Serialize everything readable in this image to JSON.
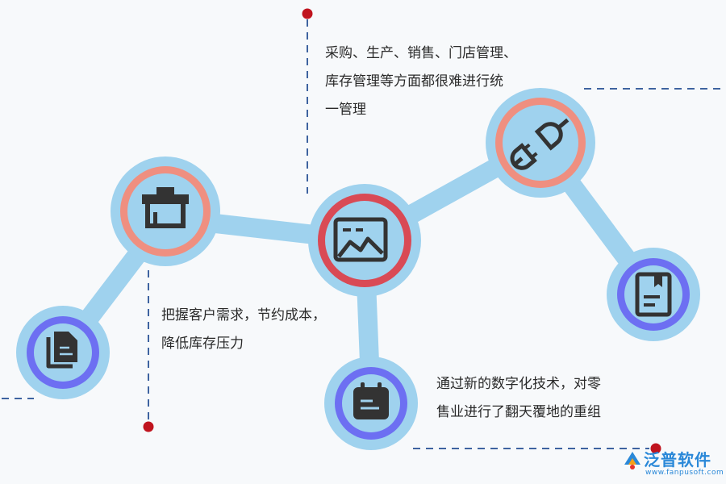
{
  "captions": {
    "top": [
      "采购、生产、销售、门店管理、",
      "库存管理等方面都很难进行统",
      "一管理"
    ],
    "left": [
      "把握客户需求，节约成本，",
      "降低库存压力"
    ],
    "right": [
      "通过新的数字化技术，对零",
      "售业进行了翻天覆地的重组"
    ]
  },
  "nodes": [
    {
      "id": "documents",
      "icon": "documents-icon",
      "ring": "#6d6ff2"
    },
    {
      "id": "shop",
      "icon": "shop-icon",
      "ring": "#ef8f80"
    },
    {
      "id": "chart-card",
      "icon": "image-chart-icon",
      "ring": "#d94a55"
    },
    {
      "id": "calendar",
      "icon": "calendar-icon",
      "ring": "#6d6ff2"
    },
    {
      "id": "plug",
      "icon": "plug-icon",
      "ring": "#ef8f80"
    },
    {
      "id": "book",
      "icon": "book-icon",
      "ring": "#6d6ff2"
    }
  ],
  "colors": {
    "halo": "#9fd2ee",
    "connector": "#9fd2ee",
    "dashed": "#3e63a0",
    "marker": "#c0141e",
    "icon": "#333333"
  },
  "logo": {
    "text": "泛普软件",
    "url": "www.fanpusoft.com"
  }
}
